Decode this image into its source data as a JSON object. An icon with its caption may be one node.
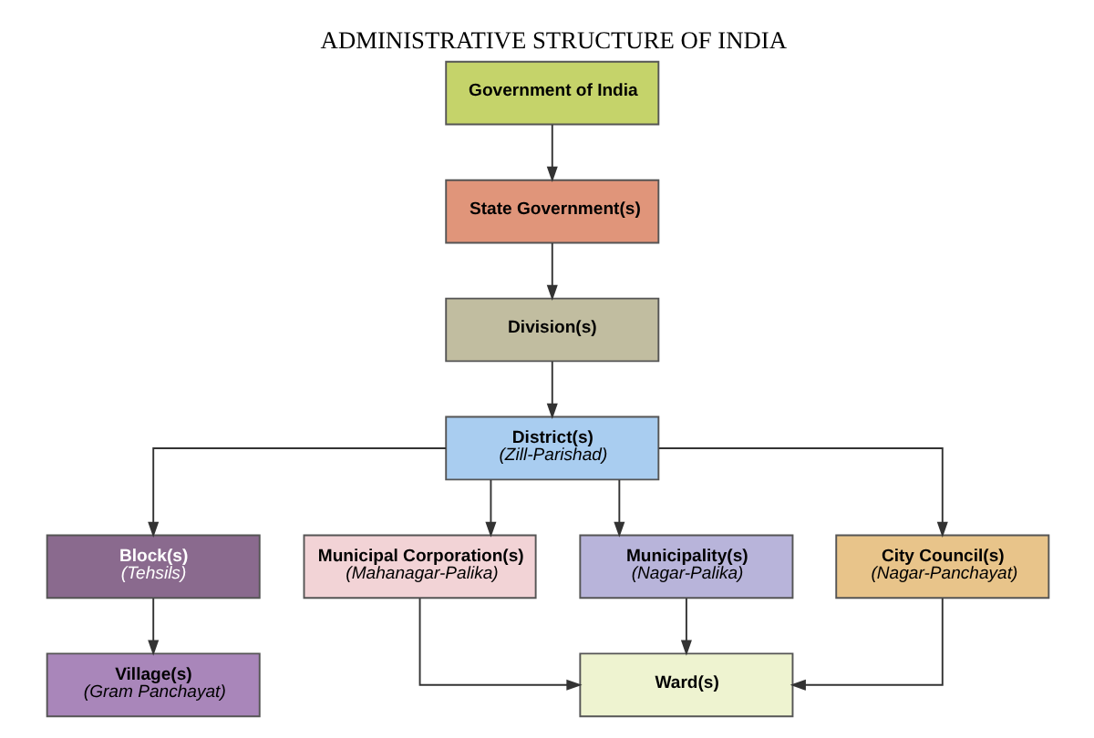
{
  "diagram": {
    "title": "ADMINISTRATIVE STRUCTURE OF INDIA",
    "nodes": [
      {
        "text": [
          "Government of India"
        ]
      },
      {
        "text": [
          "State Government(s)"
        ]
      },
      {
        "text": [
          "Division(s)"
        ]
      },
      {
        "text": [
          "District(s)",
          "(Zill-Parishad)"
        ]
      },
      {
        "text": [
          "Block(s)",
          "(Tehsils)"
        ]
      },
      {
        "text": [
          "Municipal Corporation(s)",
          "(Mahanagar-Palika)"
        ]
      },
      {
        "text": [
          "Municipality(s)",
          "(Nagar-Palika)"
        ]
      },
      {
        "text": [
          "City Council(s)",
          "(Nagar-Panchayat)"
        ]
      },
      {
        "text": [
          "Village(s)",
          "(Gram Panchayat)"
        ]
      },
      {
        "text": [
          "Ward(s)"
        ]
      }
    ],
    "edges": [
      {
        "from": 0,
        "to": 1,
        "arrow": "to"
      },
      {
        "from": 1,
        "to": 2,
        "arrow": "to"
      },
      {
        "from": 2,
        "to": 3,
        "arrow": "to"
      },
      {
        "from": 3,
        "to": 4,
        "arrow": "to"
      },
      {
        "from": 3,
        "to": 5,
        "arrow": "to"
      },
      {
        "from": 3,
        "to": 6,
        "arrow": "to"
      },
      {
        "from": 3,
        "to": 7,
        "arrow": "to"
      },
      {
        "from": 4,
        "to": 8,
        "arrow": "to"
      },
      {
        "from": 5,
        "to": 9,
        "arrow": "to"
      },
      {
        "from": 6,
        "to": 9,
        "arrow": "to"
      },
      {
        "from": 7,
        "to": 9,
        "arrow": "to"
      }
    ]
  }
}
